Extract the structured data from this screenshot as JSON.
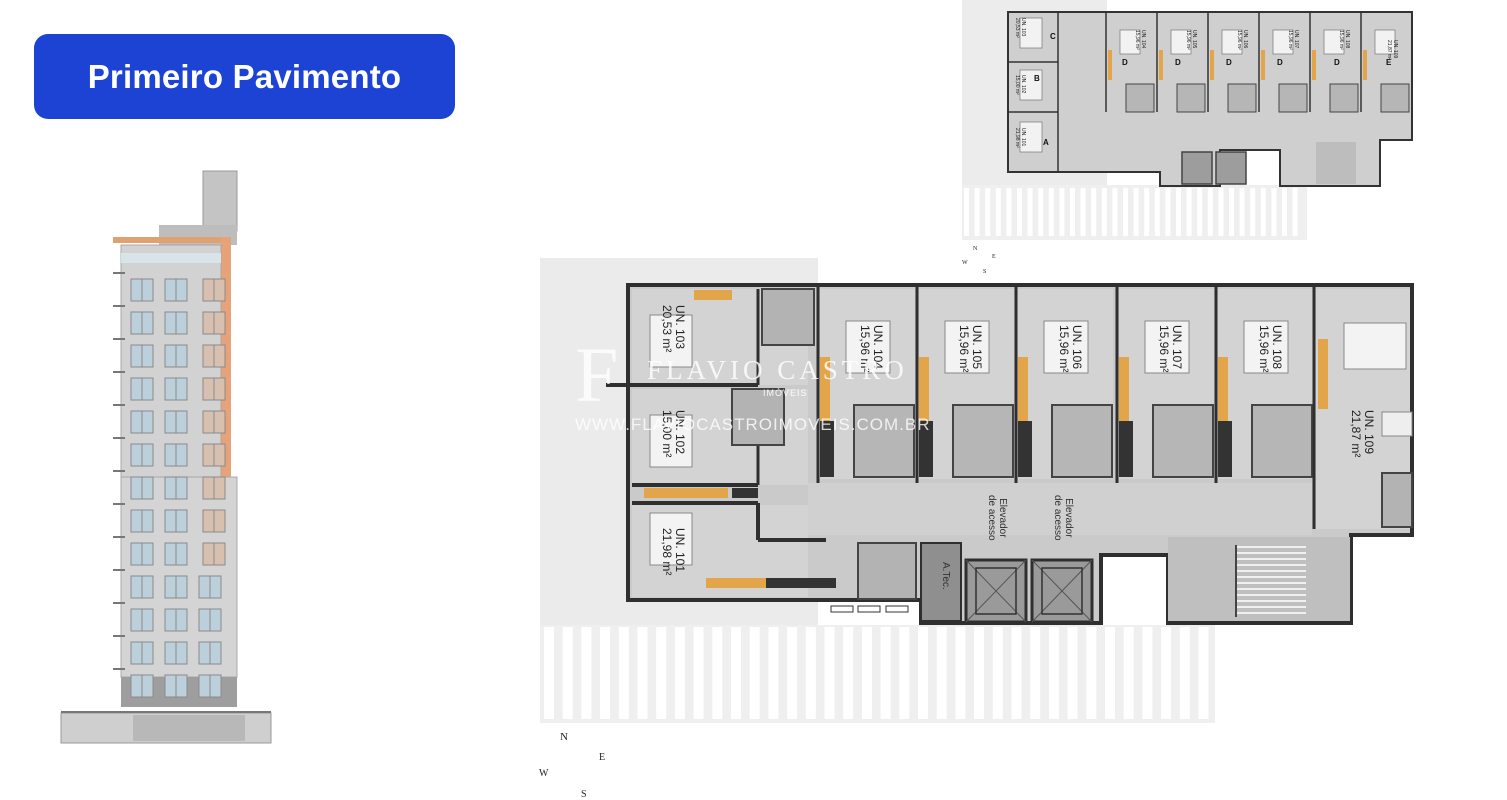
{
  "title": "Primeiro Pavimento",
  "colors": {
    "title_bg": "#1c43d4",
    "title_text": "#ffffff",
    "wood": "#e3a54a",
    "wall": "#3a3a3a",
    "floor": "#c9c9c9"
  },
  "watermark": {
    "logo_letter": "F",
    "name": "FLAVIO CASTRO",
    "subtitle": "IMÓVEIS",
    "url": "WWW.FLAVIOCASTROIMOVEIS.COM.BR"
  },
  "units": [
    {
      "id": "UN. 103",
      "area": "20,53 m²"
    },
    {
      "id": "UN. 102",
      "area": "15,00 m²"
    },
    {
      "id": "UN. 101",
      "area": "21,98 m²"
    },
    {
      "id": "UN. 104",
      "area": "15,96 m²"
    },
    {
      "id": "UN. 105",
      "area": "15,96 m²"
    },
    {
      "id": "UN. 106",
      "area": "15,96 m²"
    },
    {
      "id": "UN. 107",
      "area": "15,96 m²"
    },
    {
      "id": "UN. 108",
      "area": "15,96 m²"
    },
    {
      "id": "UN. 109",
      "area": "21,87 m²"
    }
  ],
  "elevator_label_line1": "Elevador",
  "elevator_label_line2": "de acesso",
  "technical_room": "A.Tec.",
  "compass": {
    "n": "N",
    "s": "S",
    "e": "E",
    "w": "W"
  },
  "mini_plan": {
    "letters": [
      "C",
      "B",
      "A",
      "D",
      "D",
      "D",
      "D",
      "D",
      "E"
    ],
    "units": [
      {
        "id": "UN. 103",
        "area": "20,53 m²"
      },
      {
        "id": "UN. 102",
        "area": "15,00 m²"
      },
      {
        "id": "UN. 101",
        "area": "21,98 m²"
      },
      {
        "id": "UN. 104",
        "area": "15,96 m²"
      },
      {
        "id": "UN. 105",
        "area": "15,96 m²"
      },
      {
        "id": "UN. 106",
        "area": "15,96 m²"
      },
      {
        "id": "UN. 107",
        "area": "15,96 m²"
      },
      {
        "id": "UN. 108",
        "area": "15,96 m²"
      },
      {
        "id": "UN. 109",
        "area": "21,87 m²"
      }
    ]
  }
}
